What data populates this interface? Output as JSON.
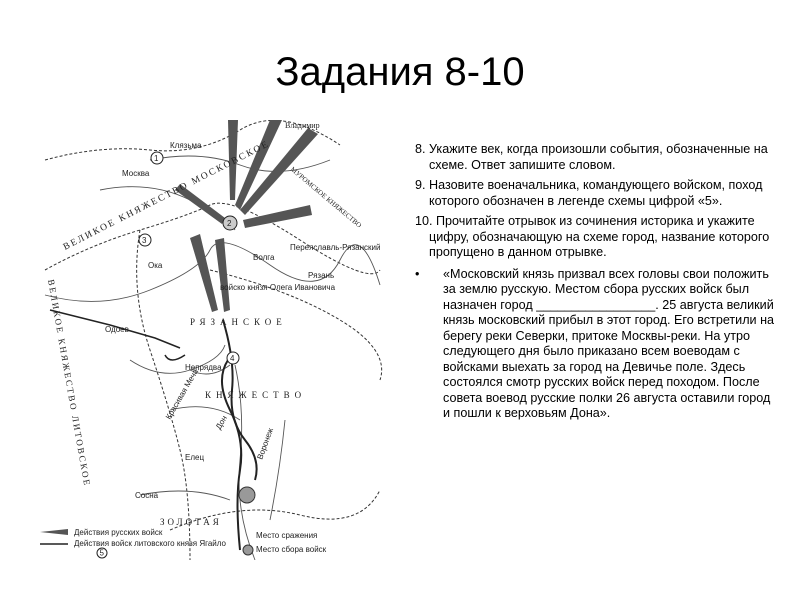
{
  "slide": {
    "title": "Задания 8-10"
  },
  "tasks": [
    {
      "text": "8. Укажите век, когда произошли события, обозначенные на схеме. Ответ запишите словом."
    },
    {
      "text": "9. Назовите военачальника, командующего войском, поход которого обозначен в легенде схемы цифрой «5»."
    },
    {
      "text": "10. Прочитайте отрывок из сочинения историка и укажите цифру, обозначающую на схеме город, название которого пропущено в данном отрывке."
    }
  ],
  "quote": {
    "bullet": "•",
    "text": "«Московский князь призвал всех головы свои положить за землю русскую. Местом сбора русских войск был назначен город _________________. 25 августа великий князь московский прибыл в этот город. Его встретили на берегу реки Северки, притоке Москвы-реки. На утро следующего дня было приказано всем воеводам с войсками выехать за город на Девичье поле. Здесь состоялся смотр русских войск перед походом. После совета воевод русские полки 26 августа оставили город и пошли к верховьям  Дона»."
  },
  "map": {
    "regions": {
      "vladimir": "Владимир",
      "moscow_principality": "ВЕЛИКОЕ КНЯЖЕСТВО МОСКОВСКОЕ",
      "murom": "МУРОМСКОЕ КНЯЖЕСТВО",
      "lithuania": "ВЕЛИКОЕ КНЯЖЕСТВО ЛИТОВСКОЕ",
      "ryazan_1": "РЯЗАНСКОЕ",
      "ryazan_2": "КНЯЖЕСТВО",
      "golden_horde": "ЗОЛОТАЯ"
    },
    "places": {
      "klyazma": "Клязьма",
      "moskva": "Москва",
      "oka": "Ока",
      "volga": "Волга",
      "pereyaslavl": "Переяславль-Рязанский",
      "ryazan": "Рязань",
      "oleg_army": "войско князя Олега Ивановича",
      "odoev": "Одоев",
      "nepryadva": "Непрядва",
      "krasivaya_mecha": "Красивая Меча",
      "don": "Дон",
      "voronezh": "Воронеж",
      "elets": "Елец",
      "sosna": "Сосна"
    },
    "markers": [
      "1",
      "2",
      "3",
      "4"
    ],
    "legend": {
      "russian": "Действия русских войск",
      "lithuanian": "Действия войск литовского князя Ягайло",
      "five": "5",
      "battle": "Место сражения",
      "gathering": "Место сбора войск"
    }
  }
}
